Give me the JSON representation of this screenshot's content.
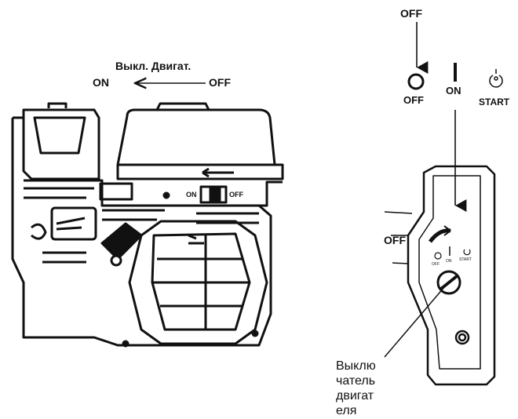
{
  "left_figure": {
    "title": "Выкл. Двигат.",
    "on_label": "ON",
    "off_label": "OFF",
    "switch_on": "ON",
    "switch_off": "OFF"
  },
  "right_figure": {
    "top_off": "OFF",
    "icon_off": "OFF",
    "icon_on": "ON",
    "icon_start": "START",
    "panel_off": "OFF",
    "panel_small_off": "OFF",
    "panel_small_on": "ON",
    "panel_small_start": "START",
    "callout_line1": "Выклю",
    "callout_line2": "чатель",
    "callout_line3": "двигат",
    "callout_line4": "еля"
  }
}
